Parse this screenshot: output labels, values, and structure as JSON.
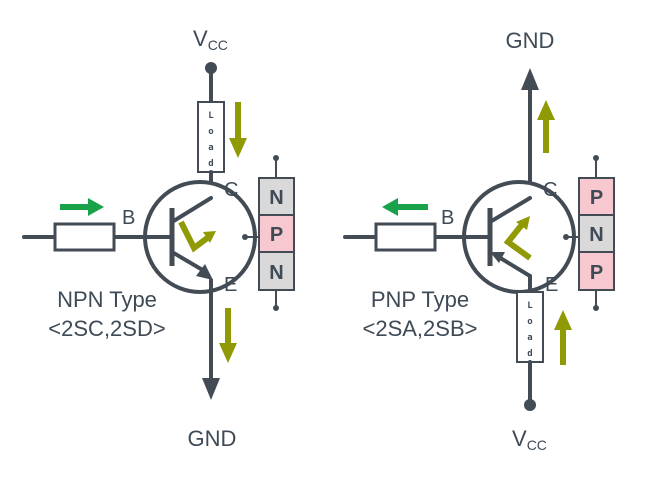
{
  "npn": {
    "vcc_main": "V",
    "vcc_sub": "CC",
    "gnd": "GND",
    "load": [
      "L",
      "o",
      "a",
      "d"
    ],
    "base": "B",
    "collector": "C",
    "emitter": "E",
    "layers": [
      "N",
      "P",
      "N"
    ],
    "type": "NPN Type",
    "parts": "<2SC,2SD>"
  },
  "pnp": {
    "gnd": "GND",
    "vcc_main": "V",
    "vcc_sub": "CC",
    "load": [
      "L",
      "o",
      "a",
      "d"
    ],
    "base": "B",
    "collector": "C",
    "emitter": "E",
    "layers": [
      "P",
      "N",
      "P"
    ],
    "type": "PNP Type",
    "parts": "<2SA,2SB>"
  },
  "colors": {
    "wire": "#434b55",
    "current_arrow": "#8f9a05",
    "base_arrow": "#1aa24b",
    "n_layer": "#d9d9d9",
    "p_layer": "#f7c8cf"
  }
}
